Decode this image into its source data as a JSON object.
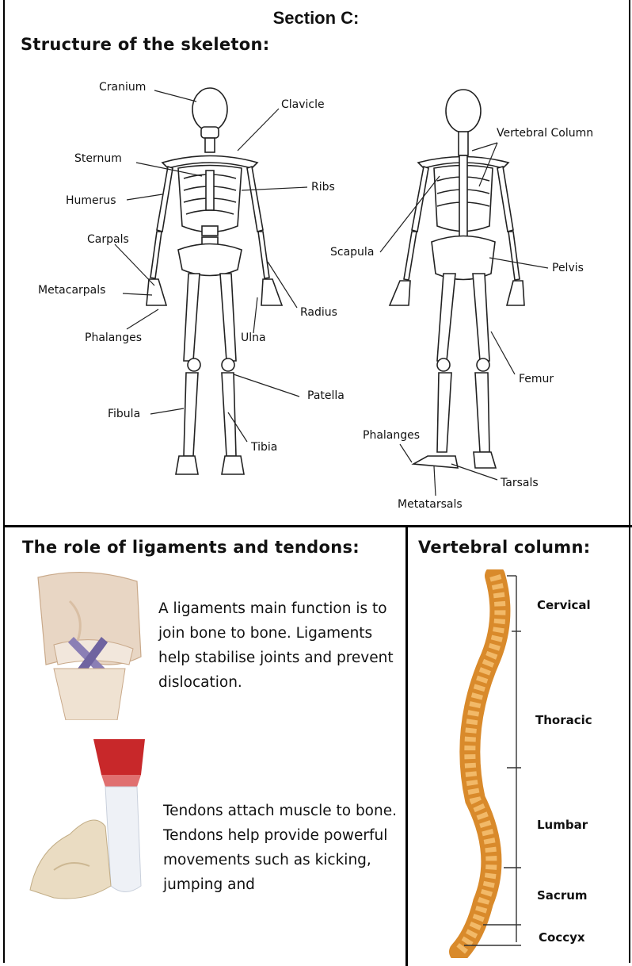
{
  "section_title": "Section C:",
  "skeleton": {
    "heading": "Structure of the skeleton:",
    "front_labels": {
      "cranium": "Cranium",
      "clavicle": "Clavicle",
      "sternum": "Sternum",
      "ribs": "Ribs",
      "humerus": "Humerus",
      "carpals": "Carpals",
      "metacarpals": "Metacarpals",
      "phalanges": "Phalanges",
      "radius": "Radius",
      "ulna": "Ulna",
      "patella": "Patella",
      "fibula": "Fibula",
      "tibia": "Tibia"
    },
    "back_labels": {
      "vertebral_column": "Vertebral Column",
      "scapula": "Scapula",
      "pelvis": "Pelvis",
      "femur": "Femur",
      "phalanges": "Phalanges",
      "tarsals": "Tarsals",
      "metatarsals": "Metatarsals"
    }
  },
  "ligaments": {
    "heading": "The role of ligaments and tendons:",
    "ligament_text": "A ligaments main function is to join bone to bone. Ligaments help stabilise joints and prevent dislocation.",
    "tendon_text": "Tendons attach muscle to bone. Tendons help provide powerful movements such as kicking, jumping and"
  },
  "vertebral": {
    "heading": "Vertebral column:",
    "regions": [
      "Cervical",
      "Thoracic",
      "Lumbar",
      "Sacrum",
      "Coccyx"
    ]
  }
}
